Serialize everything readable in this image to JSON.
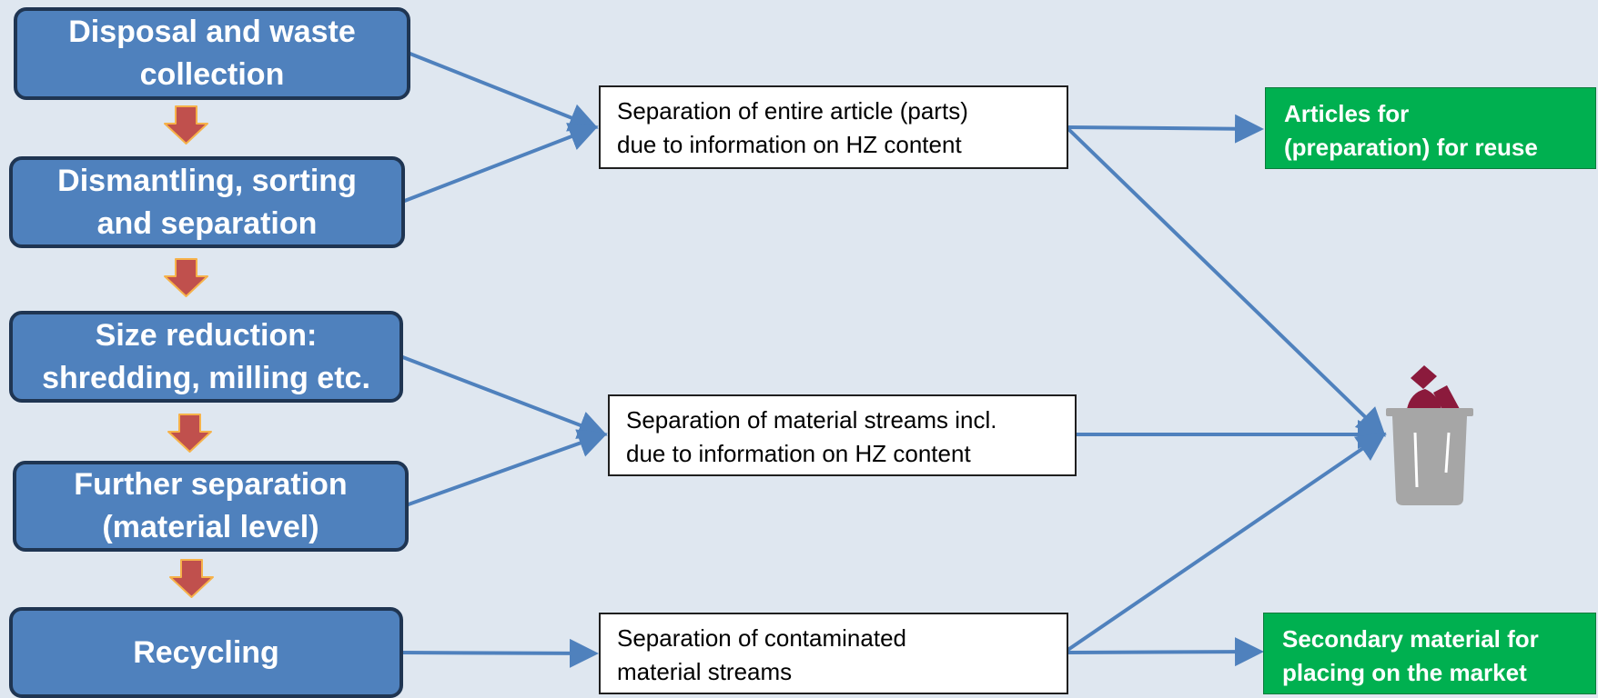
{
  "process_steps": [
    {
      "label": "Disposal and waste\ncollection"
    },
    {
      "label": "Dismantling, sorting\nand separation"
    },
    {
      "label": "Size reduction:\nshredding, milling etc."
    },
    {
      "label": "Further separation\n(material level)"
    },
    {
      "label": "Recycling"
    }
  ],
  "separation_steps": [
    {
      "label": "Separation of entire article (parts)\ndue to information on HZ content"
    },
    {
      "label": "Separation of material streams incl.\ndue to information on HZ content"
    },
    {
      "label": "Separation of contaminated\nmaterial streams"
    }
  ],
  "outcomes": {
    "reuse": "Articles for\n(preparation) for reuse",
    "secondary_material": "Secondary material for\nplacing on the market"
  },
  "icons": {
    "disposal": "trash-bin-icon",
    "step_arrow": "down-arrow-icon"
  },
  "colors": {
    "background": "#dfe7f0",
    "process_fill": "#4f81bd",
    "process_border": "#1f3552",
    "connector": "#4f81bd",
    "step_arrow_fill": "#c0504d",
    "step_arrow_stroke": "#f6b24a",
    "outcome_fill": "#00b050",
    "bin_body": "#a6a6a6",
    "waste_items": "#8b1a3c"
  }
}
